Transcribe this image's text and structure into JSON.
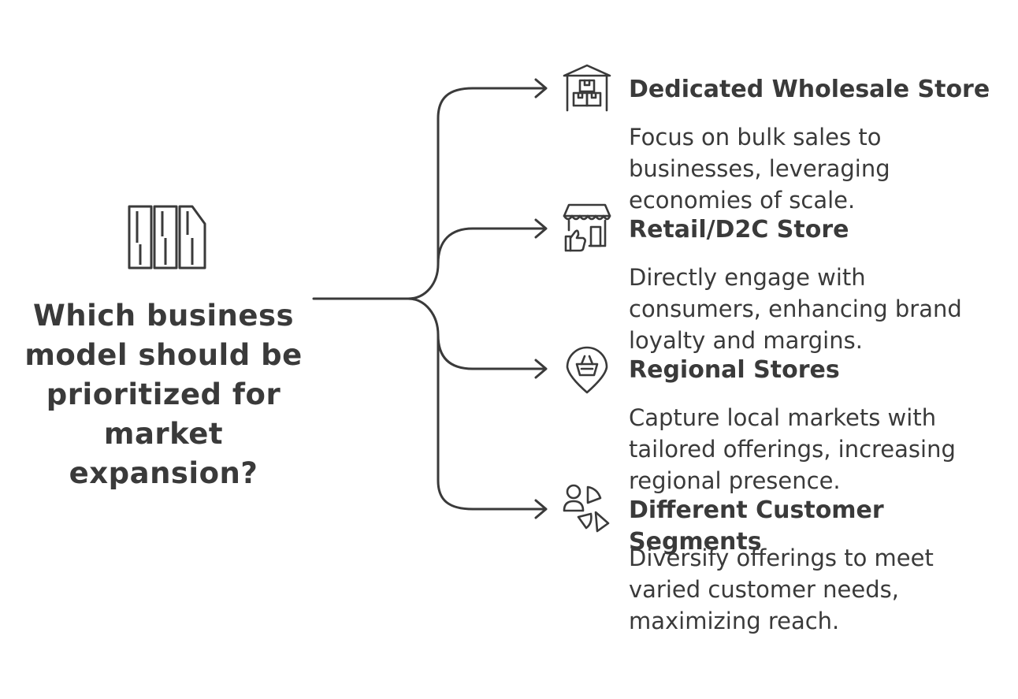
{
  "question": "Which business model should be prioritized for market expansion?",
  "colors": {
    "ink": "#3a3a3a",
    "background": "#ffffff"
  },
  "options": [
    {
      "icon": "warehouse-boxes-icon",
      "title": "Dedicated Wholesale Store",
      "description": "Focus on bulk sales to businesses, leveraging economies of scale."
    },
    {
      "icon": "storefront-thumbs-up-icon",
      "title": "Retail/D2C Store",
      "description": "Directly engage with consumers, enhancing brand loyalty and margins."
    },
    {
      "icon": "location-basket-icon",
      "title": "Regional Stores",
      "description": "Capture local markets with tailored offerings, increasing regional presence."
    },
    {
      "icon": "segments-people-icon",
      "title": "Different Customer Segments",
      "description": "Diversify offerings to meet varied customer needs, maximizing reach."
    }
  ]
}
